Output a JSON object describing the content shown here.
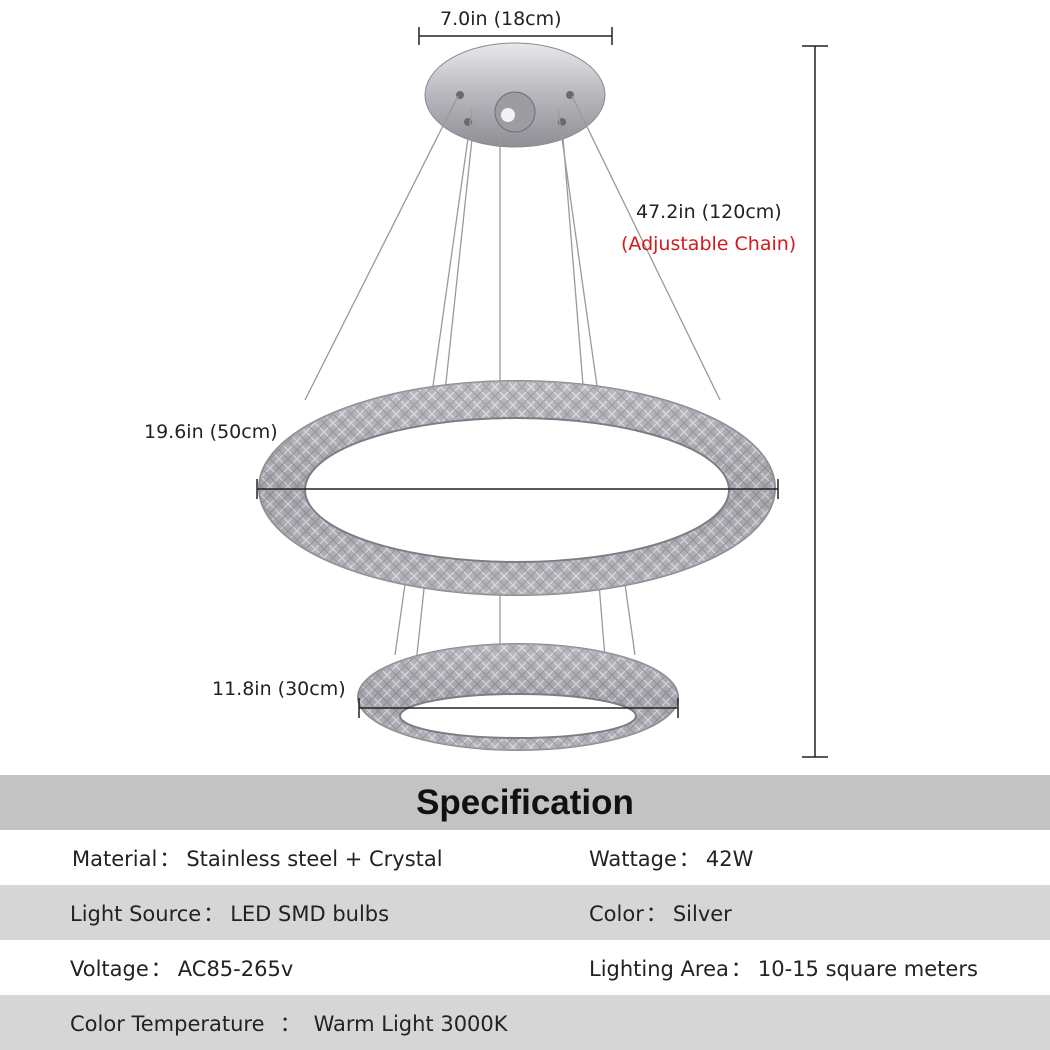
{
  "dimensions": {
    "canopy_width": "7.0in (18cm)",
    "hanging_height": "47.2in (120cm)",
    "hanging_note": "(Adjustable Chain)",
    "large_ring": "19.6in (50cm)",
    "small_ring": "11.8in (30cm)"
  },
  "colors": {
    "note": "#d21a1a",
    "title_bar": "#c3c3c3",
    "row_grey": "#d6d6d6",
    "chrome": "#b9b9bf"
  },
  "specification": {
    "title": "Specification",
    "rows": [
      {
        "left": {
          "label": "Material",
          "sep": "：",
          "value": "Stainless steel + Crystal"
        },
        "right": {
          "label": "Wattage",
          "sep": "：",
          "value": "42W"
        }
      },
      {
        "left": {
          "label": "Light Source",
          "sep": "：",
          "value": "LED SMD bulbs"
        },
        "right": {
          "label": "Color",
          "sep": "：",
          "value": "Silver"
        }
      },
      {
        "left": {
          "label": "Voltage",
          "sep": "：",
          "value": "AC85-265v"
        },
        "right": {
          "label": "Lighting Area",
          "sep": "：",
          "value": "10-15 square meters"
        }
      },
      {
        "left": {
          "label": "Color Temperature",
          "sep": "  ：",
          "value": " Warm Light 3000K"
        }
      }
    ]
  }
}
